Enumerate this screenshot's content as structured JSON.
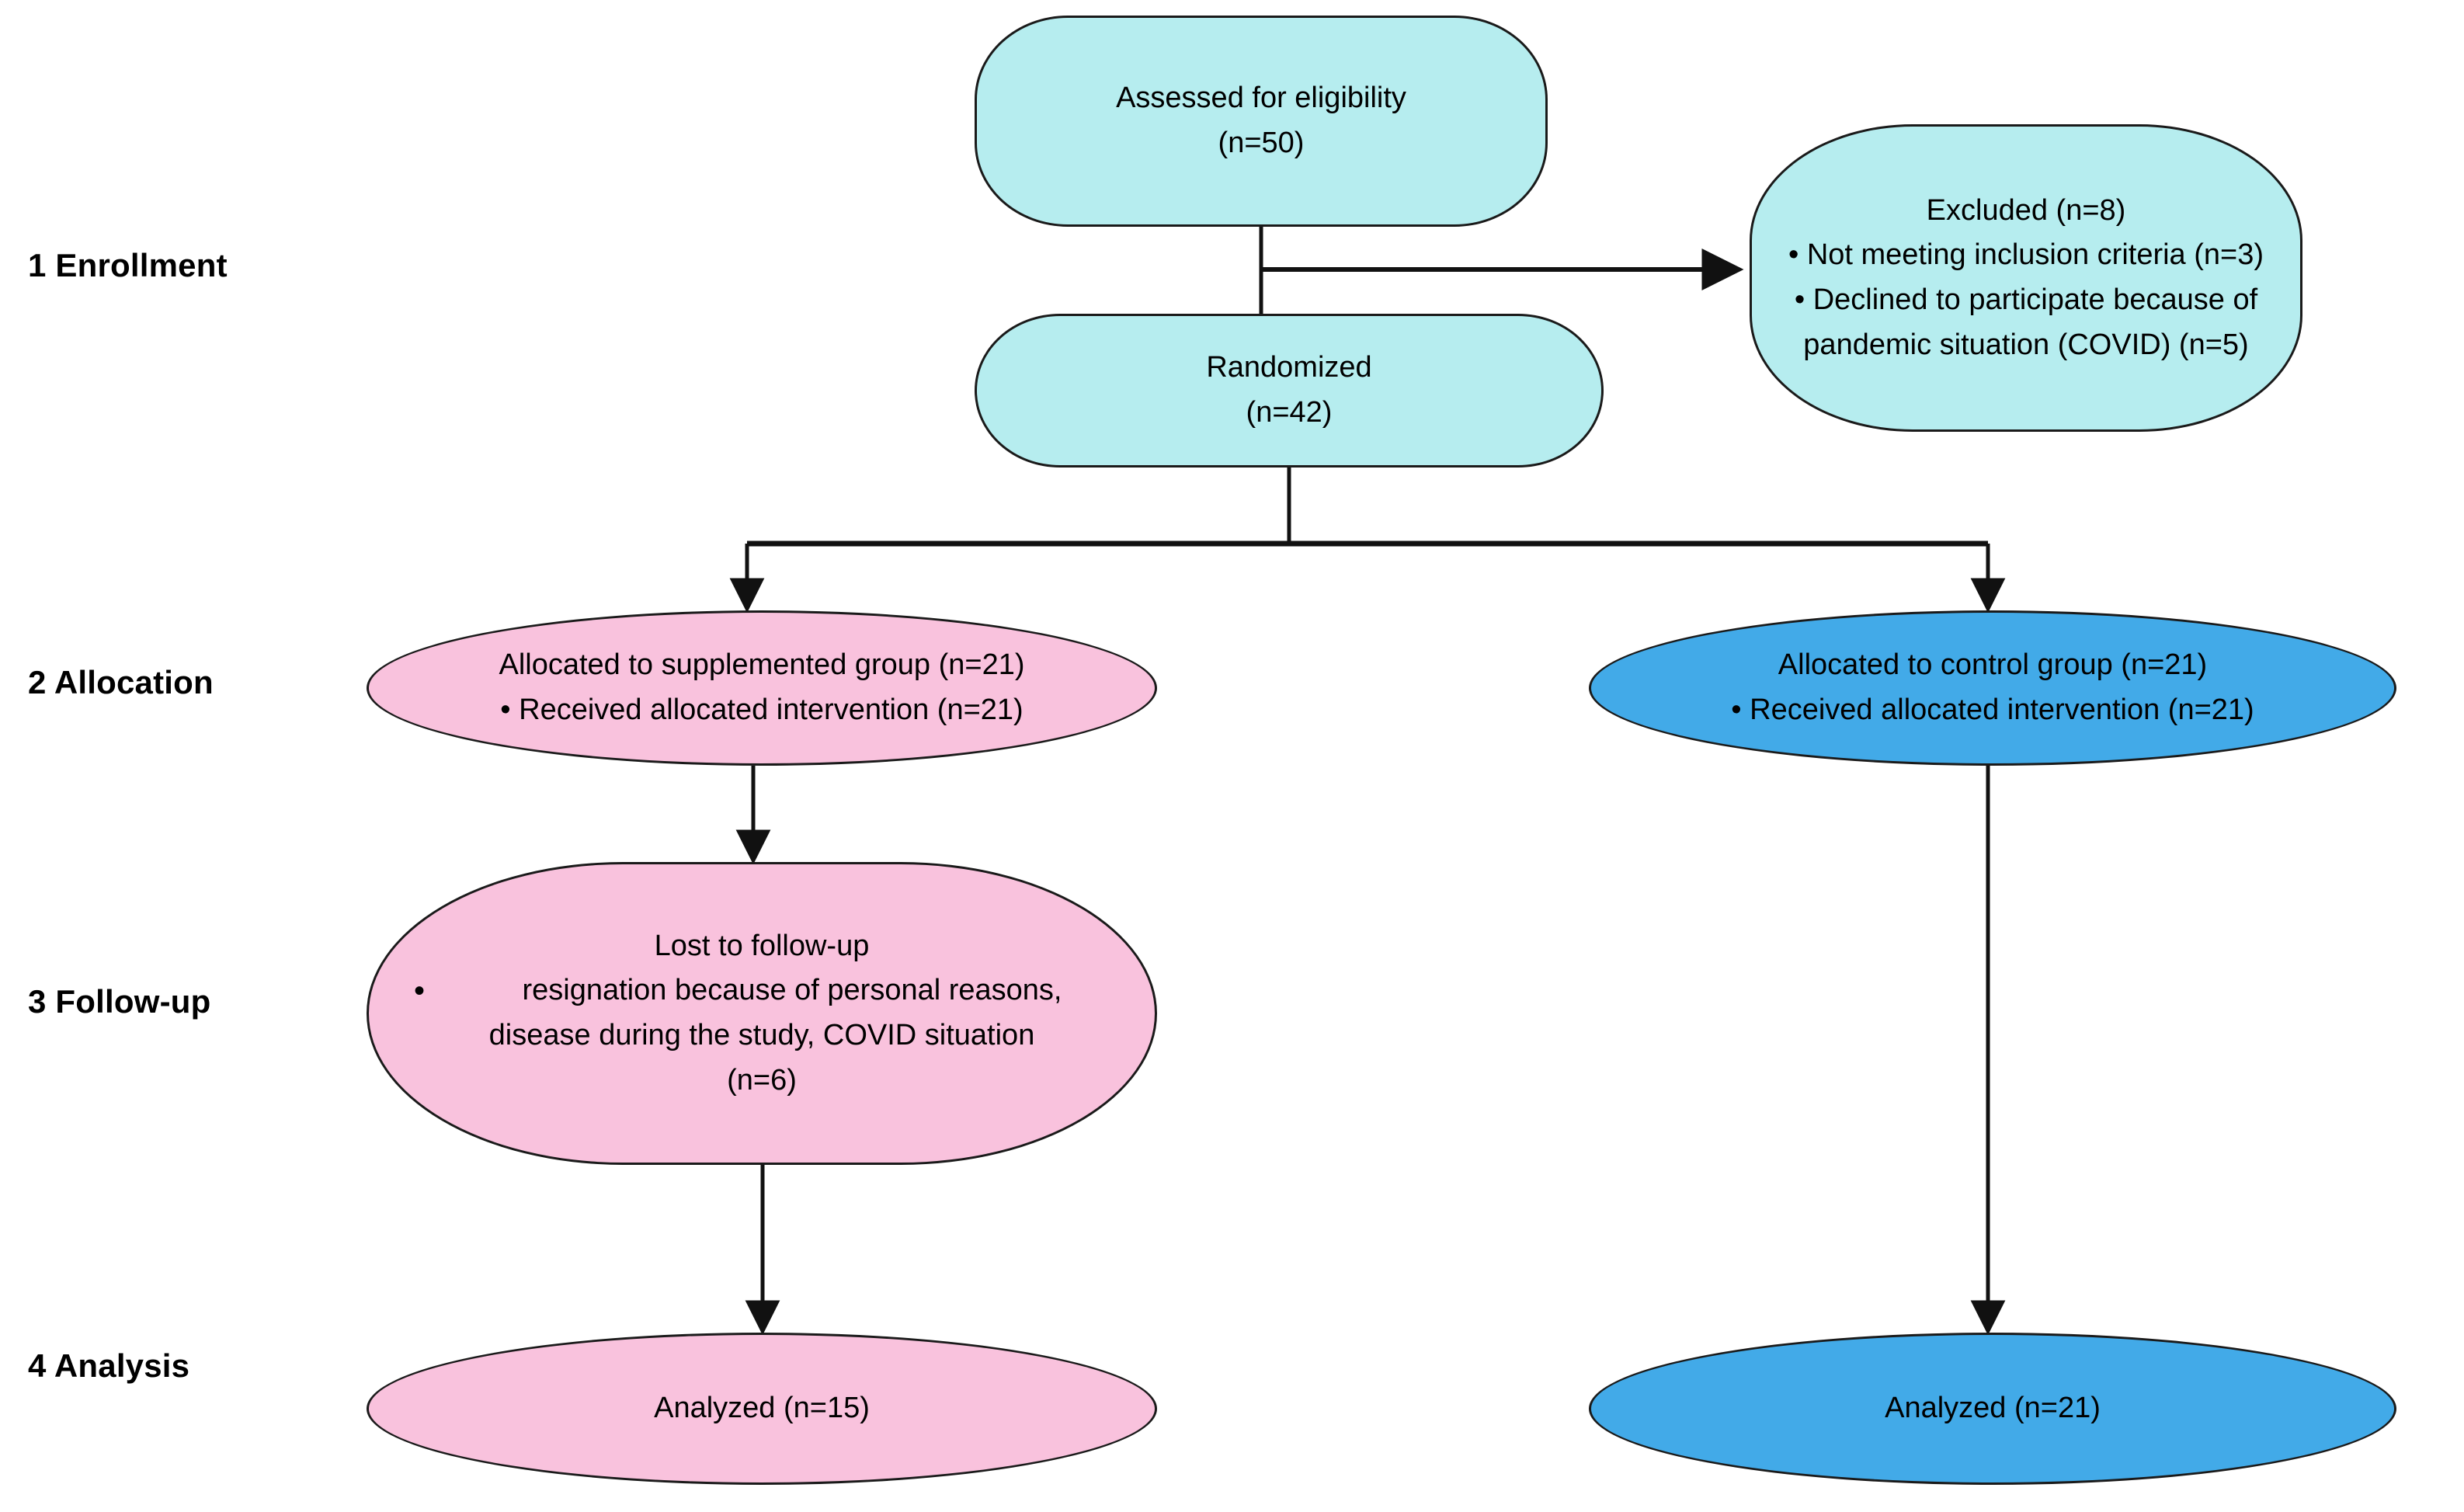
{
  "diagram": {
    "title": "CONSORT participant flow diagram",
    "colors": {
      "enrollment_fill": "#b6edef",
      "supplemented_fill": "#f9c2dd",
      "control_fill": "#42aae8",
      "stroke": "#1a1a1a",
      "background": "#ffffff",
      "text": "#000000"
    }
  },
  "stages": [
    {
      "id": "enrollment",
      "label": "1 Enrollment"
    },
    {
      "id": "allocation",
      "label": "2 Allocation"
    },
    {
      "id": "followup",
      "label": "3 Follow-up"
    },
    {
      "id": "analysis",
      "label": "4 Analysis"
    }
  ],
  "nodes": {
    "assessed": {
      "line1": "Assessed for eligibility",
      "line2": "(n=50)",
      "n": 50
    },
    "excluded": {
      "line1": "Excluded (n=8)",
      "line2": "• Not meeting inclusion criteria (n=3)",
      "line3": "• Declined to participate because of",
      "line4": "pandemic situation (COVID) (n=5)",
      "n": 8,
      "reasons": [
        {
          "label": "Not meeting inclusion criteria",
          "n": 3
        },
        {
          "label": "Declined to participate because of pandemic situation (COVID)",
          "n": 5
        }
      ]
    },
    "randomized": {
      "line1": "Randomized",
      "line2": "(n=42)",
      "n": 42
    },
    "alloc_supplemented": {
      "line1": "Allocated to supplemented group (n=21)",
      "line2": "• Received allocated intervention (n=21)",
      "allocated_n": 21,
      "received_n": 21
    },
    "alloc_control": {
      "line1": "Allocated to control group (n=21)",
      "line2": "• Received allocated intervention (n=21)",
      "allocated_n": 21,
      "received_n": 21
    },
    "lost_followup": {
      "line1": "Lost to follow-up",
      "bullet": "•",
      "line2": "resignation because of personal reasons,",
      "line3": "disease during the study, COVID situation",
      "line4": "(n=6)",
      "n": 6
    },
    "analyzed_supplemented": {
      "line1": "Analyzed (n=15)",
      "n": 15
    },
    "analyzed_control": {
      "line1": "Analyzed (n=21)",
      "n": 21
    }
  }
}
